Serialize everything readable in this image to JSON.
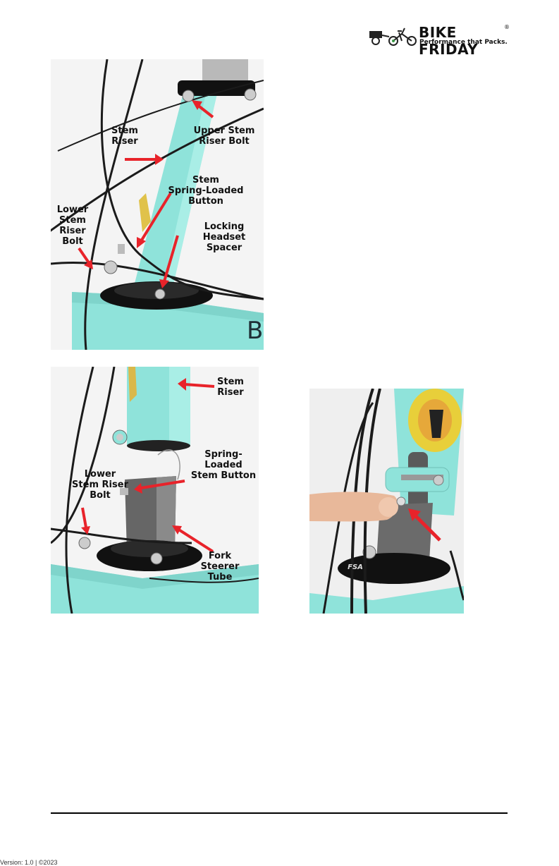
{
  "header": {
    "brand": "BIKE FRIDAY",
    "registered": "®",
    "tagline": "Performance that Packs."
  },
  "photo1": {
    "labels": {
      "upper_bolt": "Upper Stem\nRiser Bolt",
      "stem_riser": "Stem\nRiser",
      "spring_button": "Stem\nSpring-Loaded\nButton",
      "lower_bolt": "Lower\nStem\nRiser\nBolt",
      "locking_spacer": "Locking\nHeadset\nSpacer",
      "frame_letter": "B"
    }
  },
  "photo2": {
    "labels": {
      "stem_riser": "Stem\nRiser",
      "spring_button": "Spring-\nLoaded\nStem Button",
      "lower_bolt": "Lower\nStem Riser\nBolt",
      "steerer": "Fork\nSteerer\nTube"
    }
  },
  "photo3": {
    "headset_brand": "FSA"
  },
  "footer": {
    "text": "Version: 1.0 | ©2023"
  },
  "colors": {
    "frame": "#8fe3da",
    "arrow": "#e8232a",
    "cable": "#1b1b1b"
  }
}
